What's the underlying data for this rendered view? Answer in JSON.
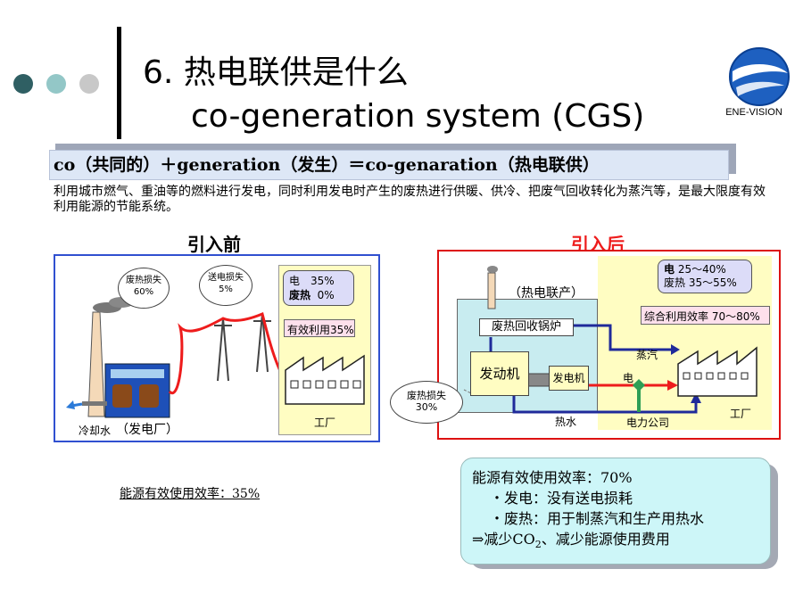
{
  "header": {
    "title_line1": "6. 热电联供是什么",
    "title_line2": "co-generation system (CGS)",
    "brand": "ENE-VISION",
    "dot_colors": [
      "#2f5f63",
      "#93c7c7",
      "#c8c8c8"
    ]
  },
  "definition": "co（共同的）＋generation（发生）＝co-genaration（热电联供）",
  "description": "利用城市燃气、重油等的燃料进行发电，同时利用发电时产生的废热进行供暖、供冷、把废气回收转化为蒸汽等，是最大限度有效利用能源的节能系统。",
  "before": {
    "title": "引入前",
    "cloud_waste": "废热损失\n60%",
    "cloud_transmit": "送电损失\n5%",
    "stats_elec": "电　35%",
    "stats_heat_label": "废热",
    "stats_heat_value": "0%",
    "effective": "有效利用35%",
    "cooling": "冷却水",
    "plant": "（发电厂）",
    "factory": "工厂",
    "efficiency": "能源有效使用效率：35%"
  },
  "after": {
    "title": "引入后",
    "stats_elec_label": "电",
    "stats_elec_value": "25～40%",
    "stats_heat": "废热 35～55%",
    "overall": "综合利用效率 70～80%",
    "cgs_label": "（热电联产）",
    "boiler": "废热回收锅炉",
    "engine": "发动机",
    "generator": "发电机",
    "steam": "蒸汽",
    "elec": "电",
    "hot_water": "热水",
    "power_company": "电力公司",
    "waste_cloud": "废热损失\n30%",
    "factory": "工厂"
  },
  "summary": {
    "line1": "能源有效使用效率：70%",
    "line2": "・发电：没有送电损耗",
    "line3": "・废热：用于制蒸汽和生产用热水",
    "line4_prefix": "⇒减少CO",
    "line4_sub": "2",
    "line4_suffix": "、减少能源使用费用"
  },
  "colors": {
    "red": "#ee1c1c",
    "blue_border": "#3050d0",
    "red_border": "#dd1111",
    "navy_arrow": "#1f2a9a",
    "green": "#2e9e55",
    "cyan_panel": "#c8ecf0",
    "yellow_panel": "#fffdc2"
  }
}
